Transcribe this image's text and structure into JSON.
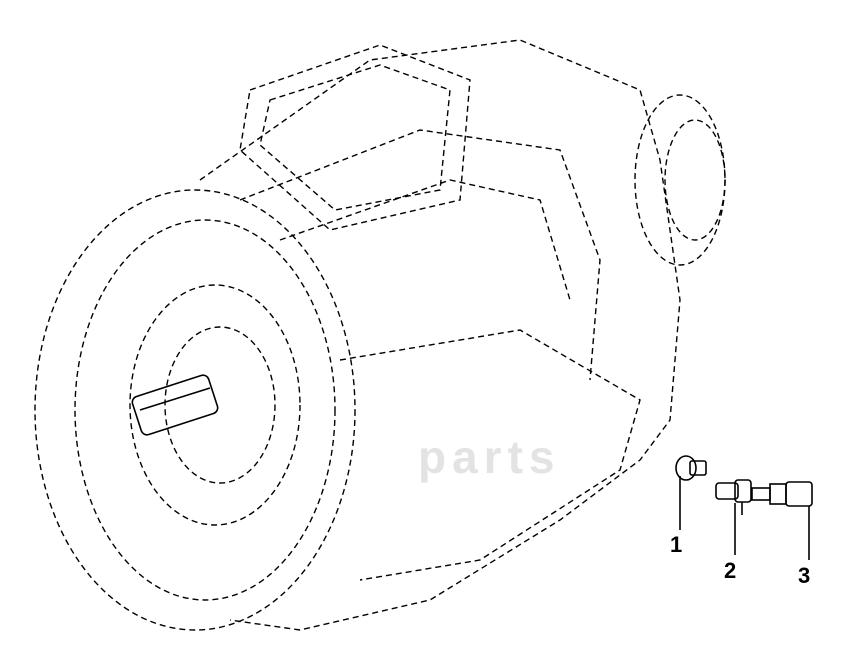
{
  "diagram": {
    "callouts": [
      {
        "label": "1"
      },
      {
        "label": "2"
      },
      {
        "label": "3"
      }
    ],
    "watermark_text": "parts",
    "colors": {
      "line": "#000000",
      "background": "#ffffff",
      "watermark": "#c8c8c8"
    }
  }
}
